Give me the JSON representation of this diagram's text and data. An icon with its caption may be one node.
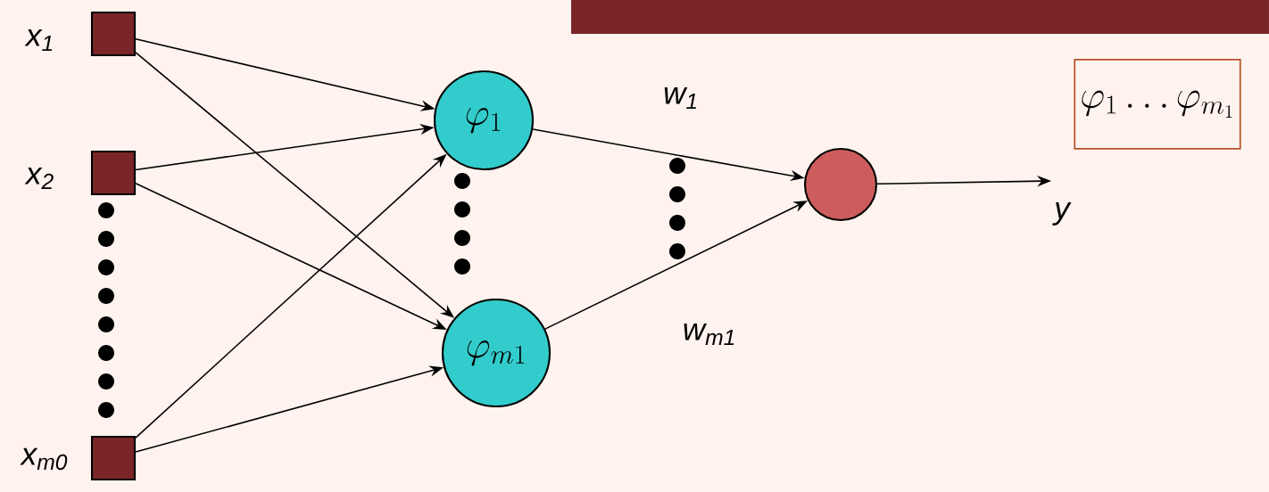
{
  "diagram": {
    "nodes": [
      {
        "text": [],
        "shape": "box",
        "beside": [
          "x$_{1}$"
        ]
      },
      {
        "text": [],
        "shape": "box",
        "beside": [
          "x$_{2}$"
        ]
      },
      {
        "text": [],
        "shape": "box",
        "beside": [
          "x$_{m0}$"
        ]
      },
      {
        "text": [
          "\\varphi_1"
        ]
      },
      {
        "text": [
          "\\varphi_{m1}"
        ]
      },
      {
        "text": [],
        "shape": "circle"
      },
      {
        "text": [
          "\\varphi_1\\ldots\\varphi_{m_1}"
        ]
      },
      {
        "text": [],
        "shape": "bar"
      }
    ],
    "edges": [
      {
        "from": 0,
        "to": 3,
        "arrow": "to"
      },
      {
        "from": 0,
        "to": 4,
        "arrow": "to"
      },
      {
        "from": 1,
        "to": 3,
        "arrow": "to"
      },
      {
        "from": 1,
        "to": 4,
        "arrow": "to"
      },
      {
        "from": 2,
        "to": 3,
        "arrow": "to"
      },
      {
        "from": 2,
        "to": 4,
        "arrow": "to"
      },
      {
        "from": 3,
        "to": 5,
        "arrow": "to",
        "label": "w$_{1}$"
      },
      {
        "from": 4,
        "to": 5,
        "arrow": "to",
        "label": "w$_{m1}$"
      },
      {
        "from": 5,
        "to": null,
        "arrow": "to",
        "label": "y"
      }
    ]
  }
}
